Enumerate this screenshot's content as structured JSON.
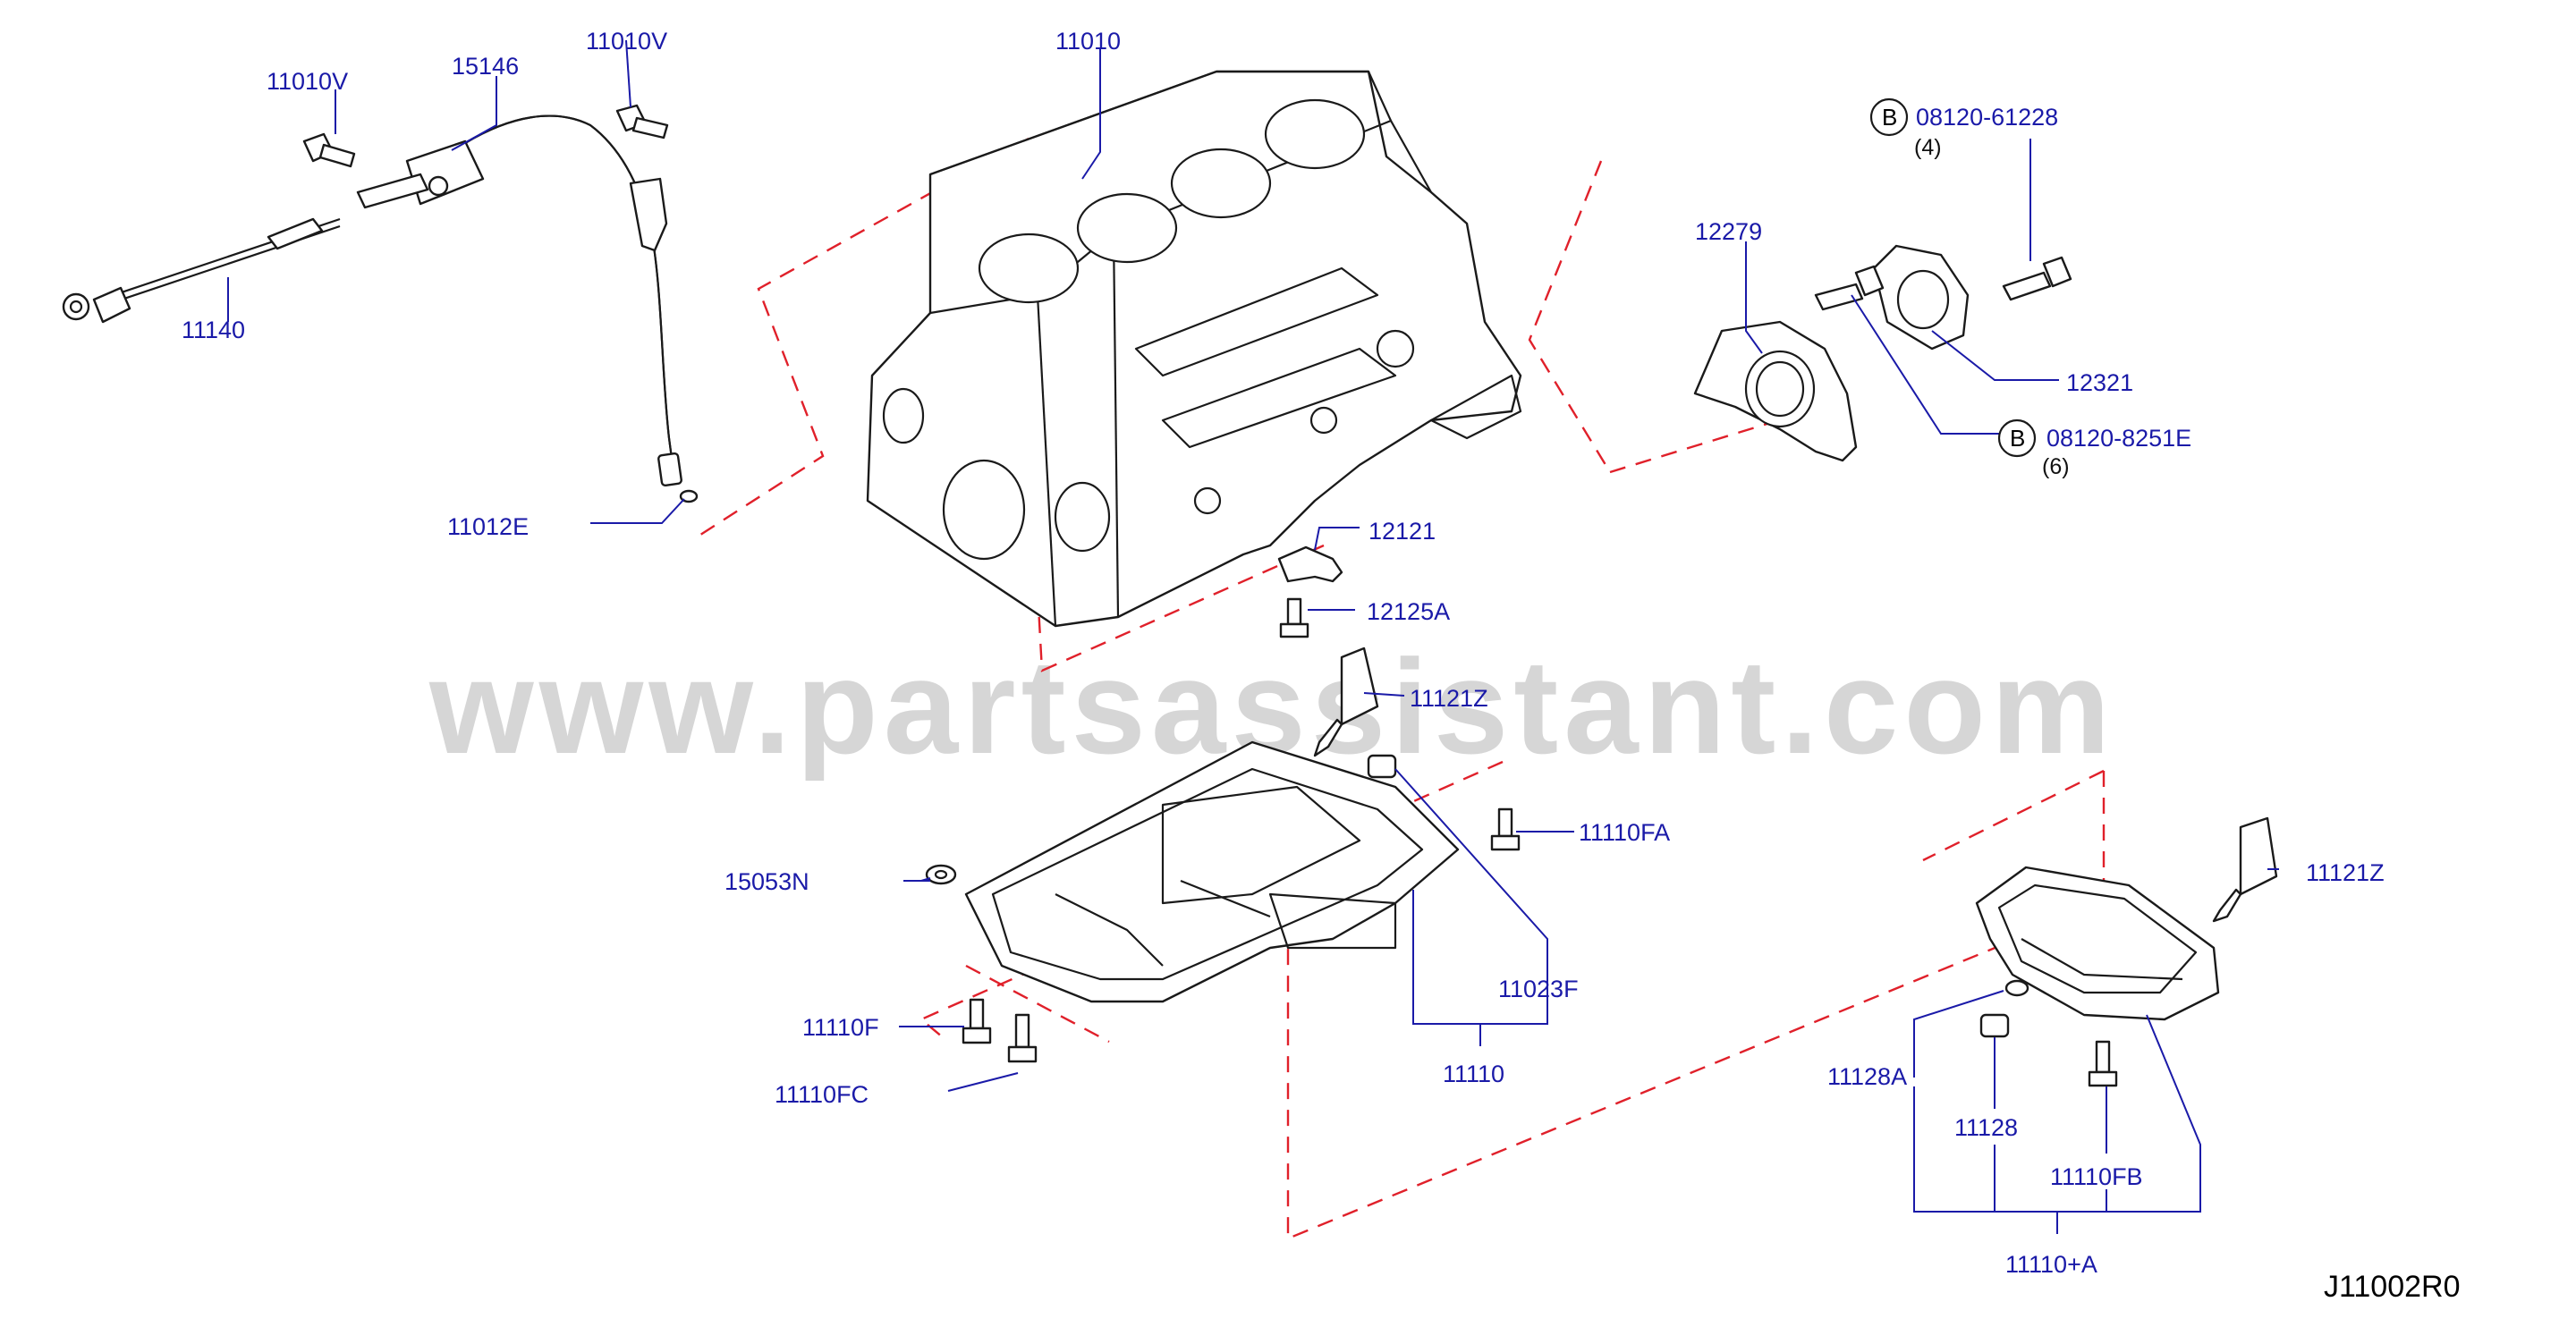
{
  "watermark": "www.partsassistant.com",
  "diagram_code": "J11002R0",
  "parts": {
    "p11010v_left": "11010V",
    "p15146": "15146",
    "p11010v_right": "11010V",
    "p11010": "11010",
    "p11140": "11140",
    "p11012e": "11012E",
    "p12279": "12279",
    "p12321": "12321",
    "p08120_61228": "08120-61228",
    "q08120_61228": "(4)",
    "p08120_8251e": "08120-8251E",
    "q08120_8251e": "(6)",
    "p12121": "12121",
    "p12125a": "12125A",
    "p11121z_center": "11121Z",
    "p11110fa": "11110FA",
    "p15053n": "15053N",
    "p11023f": "11023F",
    "p11110f": "11110F",
    "p11110fc": "11110FC",
    "p11110": "11110",
    "p11121z_right": "11121Z",
    "p11128a": "11128A",
    "p11128": "11128",
    "p11110fb": "11110FB",
    "p11110a": "11110+A"
  },
  "bolt_marker": "B"
}
